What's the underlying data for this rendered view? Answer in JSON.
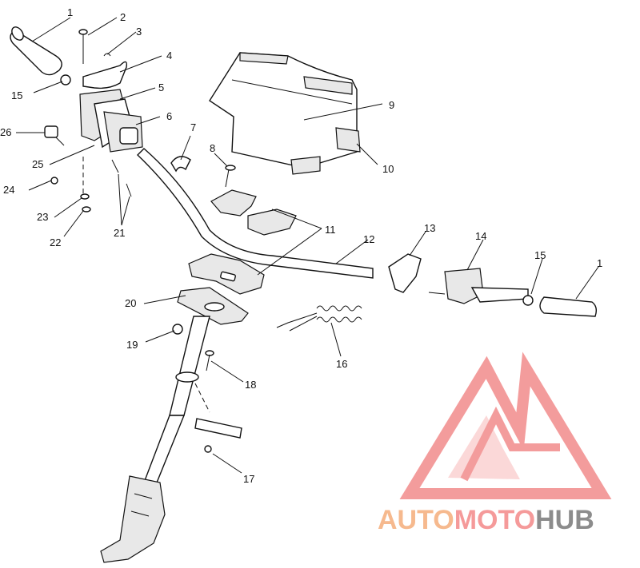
{
  "callouts": [
    "1",
    "2",
    "3",
    "4",
    "15",
    "5",
    "6",
    "26",
    "7",
    "25",
    "8",
    "24",
    "9",
    "10",
    "23",
    "22",
    "21",
    "11",
    "12",
    "13",
    "14",
    "15",
    "1",
    "20",
    "19",
    "16",
    "18",
    "17"
  ],
  "watermark": {
    "part1": "AUTO",
    "part2": "MOTO",
    "part3": "HUB",
    "colors": {
      "auto": "#f6b98e",
      "moto": "#f59a9a",
      "hub": "#8c8c8c",
      "logo": "#f07c7c"
    }
  }
}
